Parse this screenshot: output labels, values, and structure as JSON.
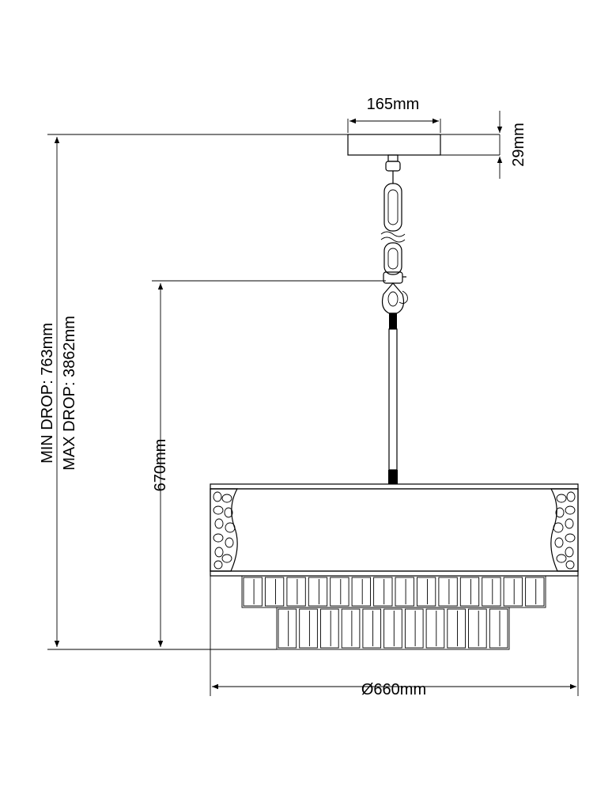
{
  "dimensions": {
    "canopy_width": "165mm",
    "canopy_height": "29mm",
    "min_drop": "MIN DROP: 763mm",
    "max_drop": "MAX DROP: 3862mm",
    "body_height": "670mm",
    "diameter": "Ø660mm"
  },
  "colors": {
    "line": "#000000",
    "background": "#ffffff"
  }
}
